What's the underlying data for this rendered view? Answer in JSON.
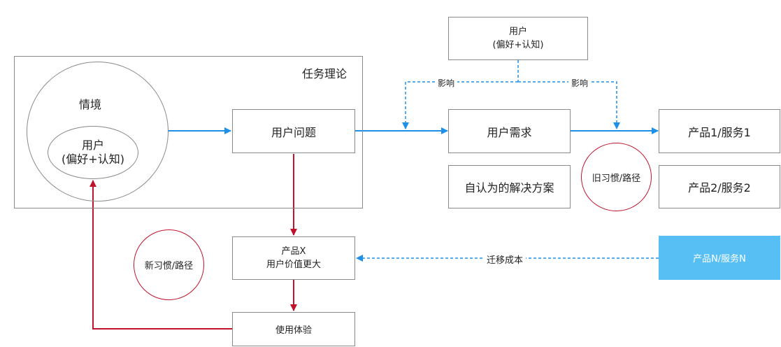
{
  "frame": {
    "title": "任务理论"
  },
  "situation": {
    "title": "情境"
  },
  "user_inner": {
    "line1": "用户",
    "line2": "(偏好+认知)"
  },
  "nodes": {
    "user_problem": "用户问题",
    "user_top_line1": "用户",
    "user_top_line2": "(偏好+认知)",
    "user_need": "用户需求",
    "self_solution": "自认为的解决方案",
    "product_1": "产品1/服务1",
    "product_2": "产品2/服务2",
    "product_n": "产品N/服务N",
    "product_x_line1": "产品X",
    "product_x_line2": "用户价值更大",
    "experience": "使用体验"
  },
  "circles": {
    "old_habit": "旧习惯/路径",
    "new_habit": "新习惯/路径"
  },
  "edge_labels": {
    "influence_left": "影响",
    "influence_right": "影响",
    "migration_cost": "迁移成本"
  },
  "colors": {
    "blue_arrow": "#1e90e8",
    "red_arrow": "#c0132b",
    "highlight_fill": "#57bff3",
    "border": "#8a8a8a"
  }
}
